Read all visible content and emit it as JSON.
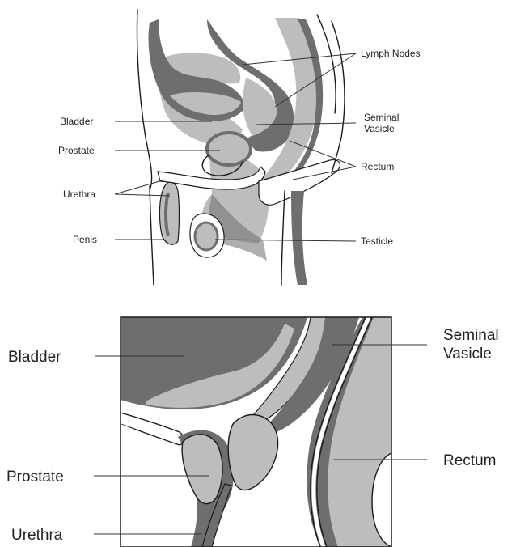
{
  "top_diagram": {
    "labels": {
      "lymph_nodes": "Lymph Nodes",
      "bladder": "Bladder",
      "seminal_vesicle_line1": "Seminal",
      "seminal_vesicle_line2": "Vasicle",
      "prostate": "Prostate",
      "rectum": "Rectum",
      "urethra": "Urethra",
      "penis": "Penis",
      "testicle": "Testicle"
    }
  },
  "bottom_diagram": {
    "labels": {
      "bladder": "Bladder",
      "seminal_vesicle_line1": "Seminal",
      "seminal_vesicle_line2": "Vasicle",
      "prostate": "Prostate",
      "rectum": "Rectum",
      "urethra": "Urethra"
    }
  },
  "colors": {
    "dark_tissue": "#6e6e6e",
    "light_tissue": "#bdbdbd",
    "outline": "#1a1a1a",
    "background": "#ffffff"
  }
}
